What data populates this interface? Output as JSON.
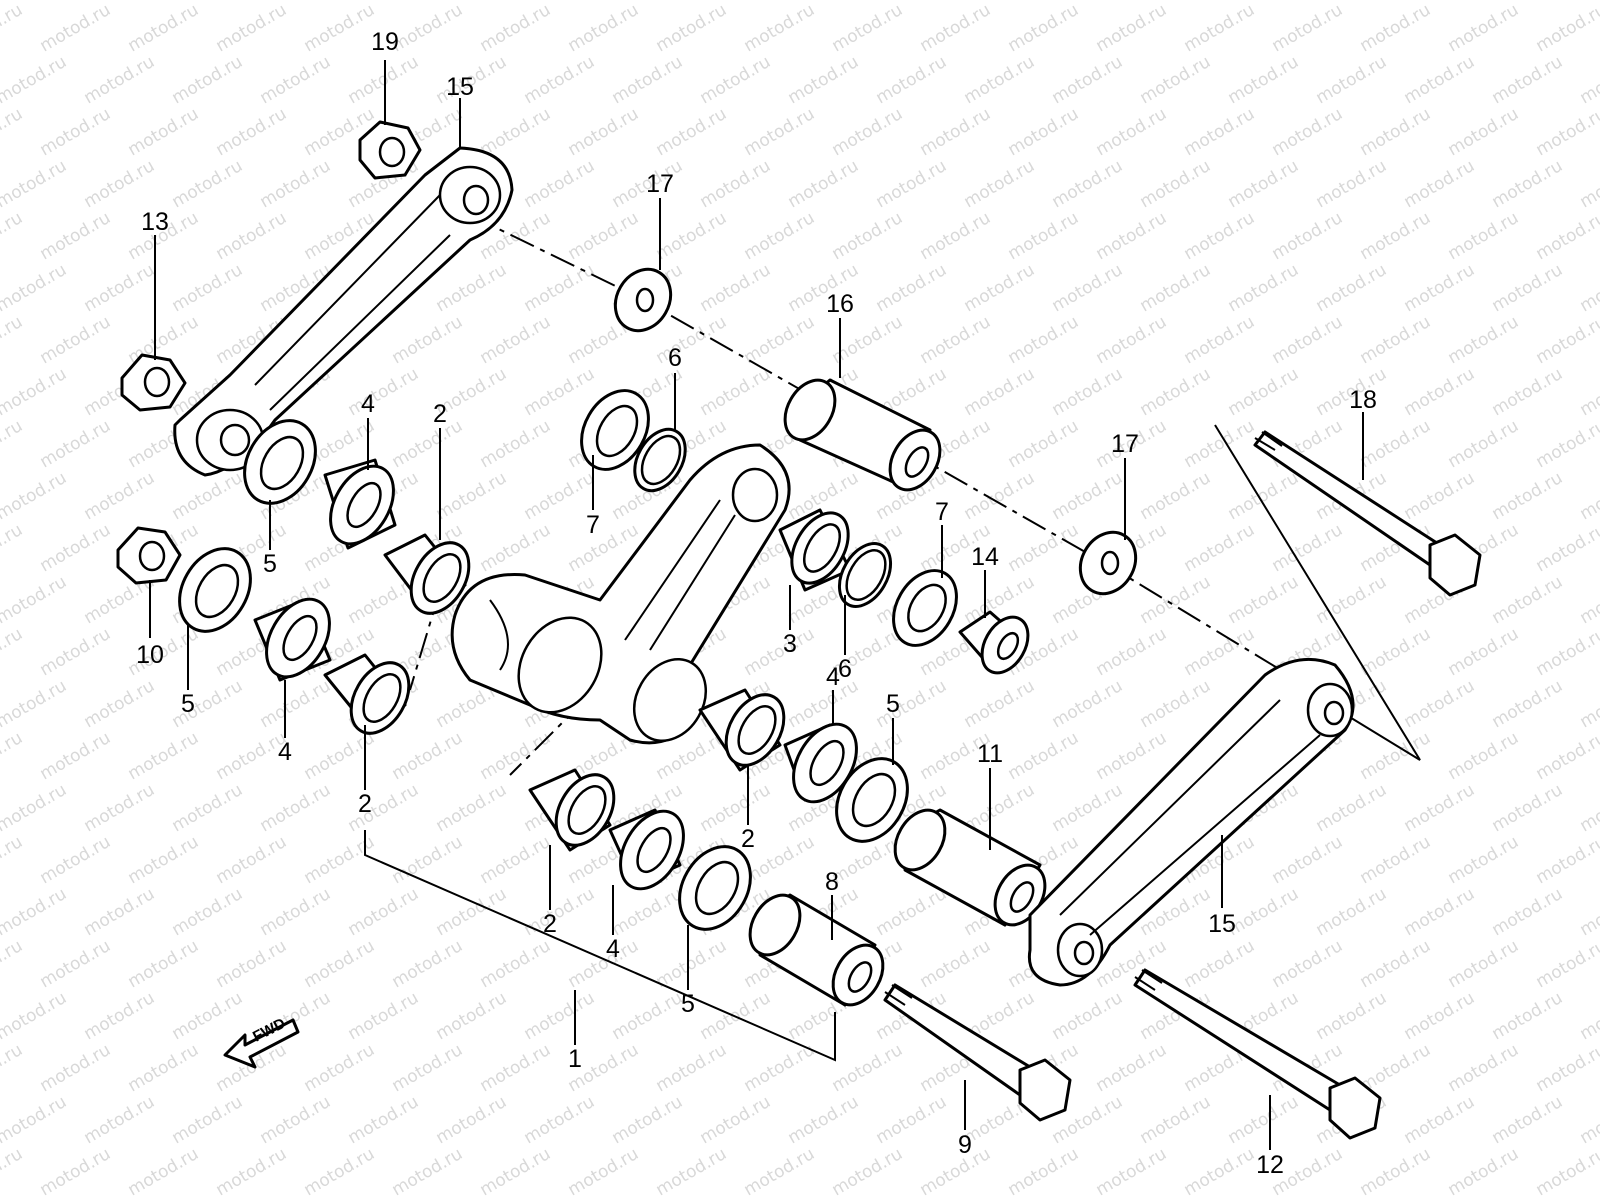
{
  "watermark": "motod.ru",
  "direction_label": "FWD",
  "callouts": [
    "19",
    "15",
    "13",
    "17",
    "16",
    "6",
    "7",
    "4",
    "2",
    "5",
    "10",
    "18",
    "17",
    "7",
    "14",
    "3",
    "6",
    "4",
    "5",
    "11",
    "2",
    "2",
    "4",
    "5",
    "8",
    "1",
    "9",
    "12",
    "15",
    "2"
  ]
}
